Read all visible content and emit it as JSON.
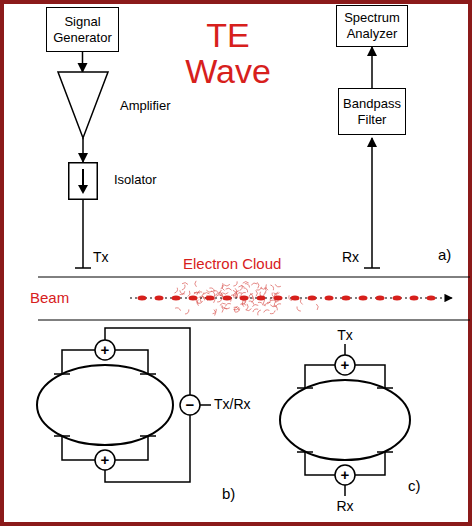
{
  "diagram": {
    "nodes": [
      {
        "text": [
          "Signal Generator"
        ]
      },
      {
        "text": [
          "Spectrum Analyzer"
        ]
      },
      {
        "text": [
          "Amplifier"
        ]
      },
      {
        "text": [
          "Bandpass Filter"
        ]
      },
      {
        "text": [
          "Isolator"
        ]
      }
    ],
    "edges": [
      {
        "from": 0,
        "to": 2,
        "arrow": "to"
      },
      {
        "from": 2,
        "to": 4,
        "arrow": "to"
      },
      {
        "from": 3,
        "to": 1,
        "arrow": "to"
      }
    ],
    "labels": [
      "TE Wave",
      "Tx",
      "Rx",
      "Electron Cloud",
      "a)",
      "Beam",
      "+",
      "+",
      "−",
      "Tx/Rx",
      "b)",
      "Tx",
      "+",
      "+",
      "Rx",
      "c)"
    ]
  }
}
